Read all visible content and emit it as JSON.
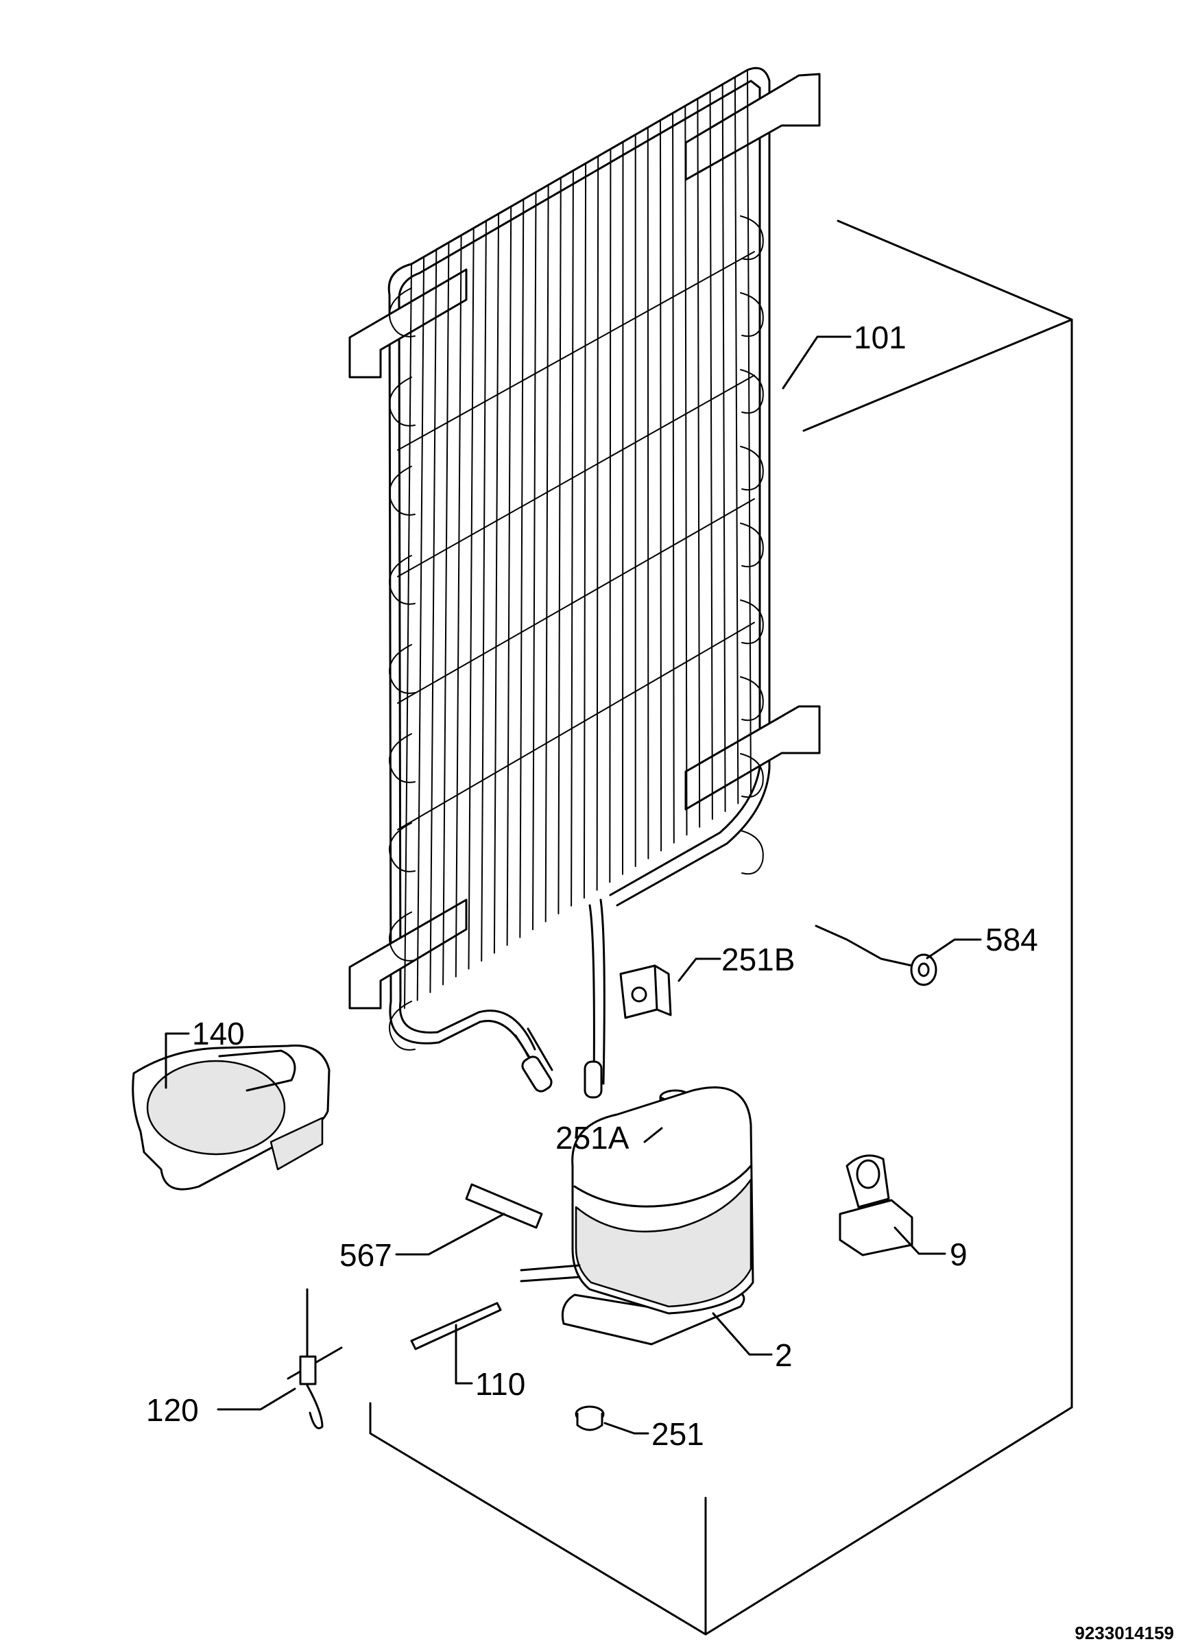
{
  "labels": {
    "condenser": "101",
    "grommet_b": "251B",
    "sensor": "584",
    "drip_tray": "140",
    "grommet_a": "251A",
    "relay": "9",
    "bracket": "567",
    "compressor": "2",
    "tube": "110",
    "valve": "120",
    "foot_grommet": "251"
  },
  "drawing_code": "9233014159"
}
